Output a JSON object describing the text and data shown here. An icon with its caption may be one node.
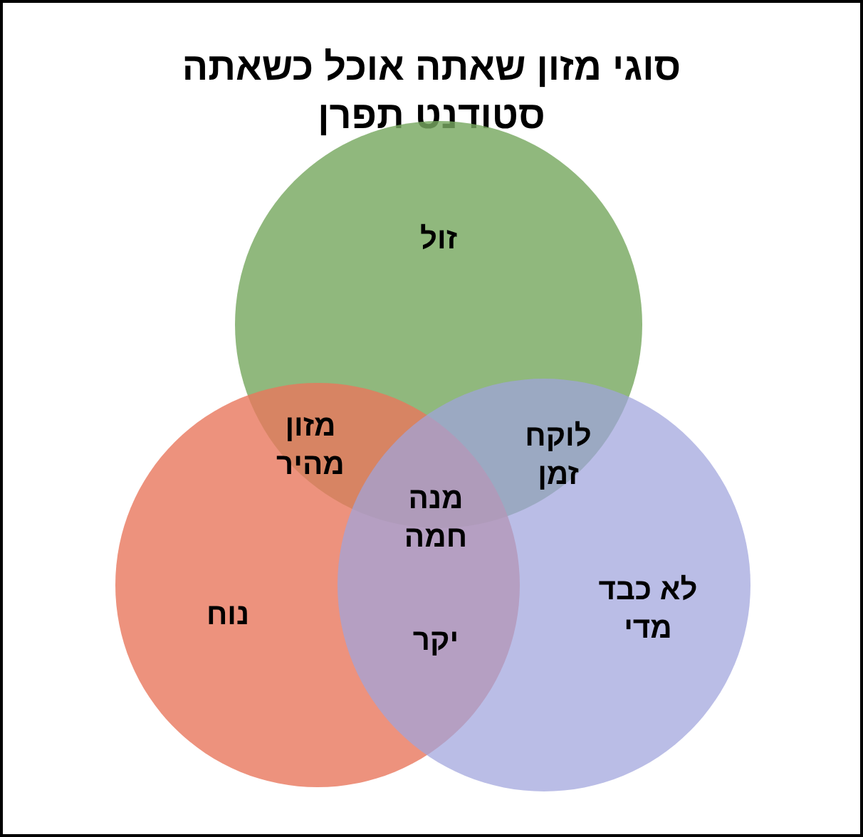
{
  "diagram": {
    "title": "סוגי מזון שאתה אוכל כשאתה סטודנט תפרן",
    "nodes": [
      {
        "text": [
          "זול"
        ]
      },
      {
        "text": [
          "נוח"
        ]
      },
      {
        "text": [
          "לא כבד מדי"
        ]
      }
    ],
    "labels": [
      "מזון מהיר",
      "לוקח זמן",
      "מנה חמה",
      "יקר"
    ]
  }
}
